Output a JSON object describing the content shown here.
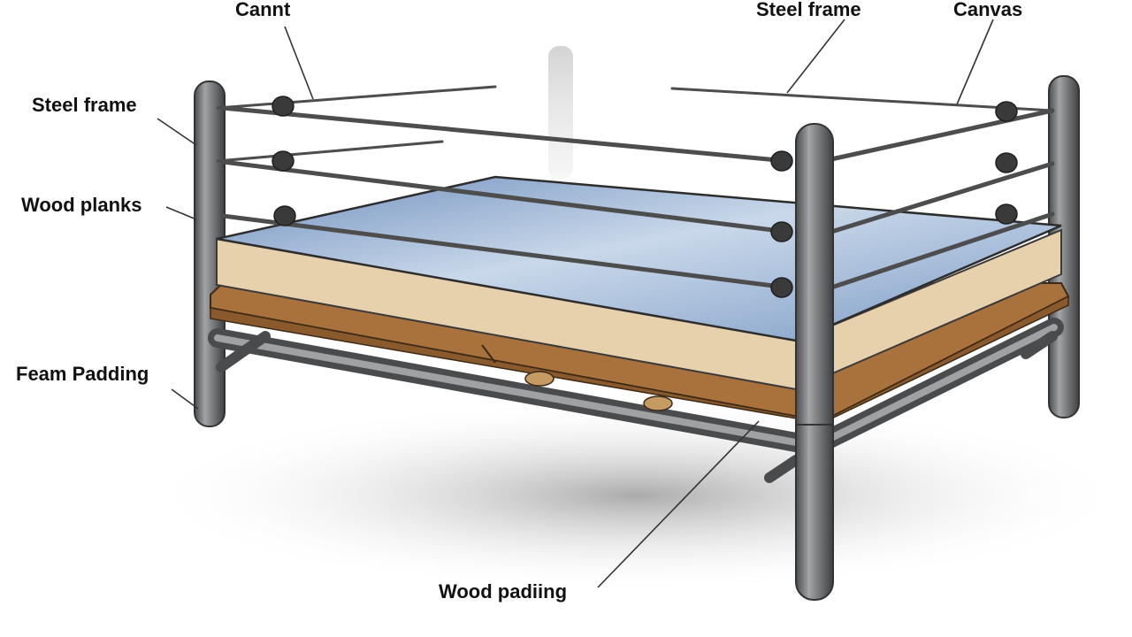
{
  "labels": {
    "top_left": "Cannt",
    "top_mid": "Steel frame",
    "top_right": "Canvas",
    "left_upper": "Steel frame",
    "left_middle": "Wood planks",
    "left_lower": "Feam Padding",
    "bottom": "Wood padiing"
  },
  "colors": {
    "canvas": "#7f9fc8",
    "foam": "#e7d1ac",
    "wood": "#a9713c",
    "steel": "#6d6e70",
    "rope": "#4d4d4d",
    "leader": "#333333"
  }
}
